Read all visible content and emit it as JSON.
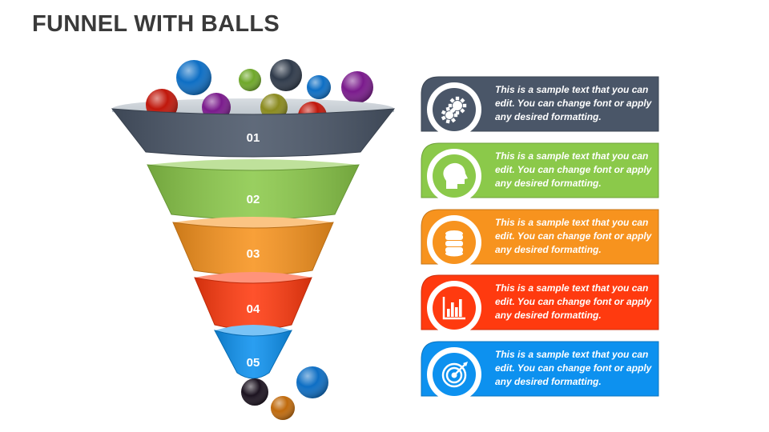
{
  "title": "FUNNEL WITH BALLS",
  "stages": [
    {
      "number": "01",
      "color": "#4a5668",
      "icon": "gears-icon",
      "text": "This is a sample text that you can edit. You can change font or apply any desired formatting."
    },
    {
      "number": "02",
      "color": "#8bc94a",
      "icon": "head-gear-icon",
      "text": "This is a sample text that you can edit. You can change font or apply any desired formatting."
    },
    {
      "number": "03",
      "color": "#f7931e",
      "icon": "database-icon",
      "text": "This is a sample text that you can edit. You can change font or apply any desired formatting."
    },
    {
      "number": "04",
      "color": "#ff3a0f",
      "icon": "bar-chart-icon",
      "text": "This is a sample text that you can edit. You can change font or apply any desired formatting."
    },
    {
      "number": "05",
      "color": "#0d91ef",
      "icon": "target-icon",
      "text": "This is a sample text that you can edit. You can change font or apply any desired formatting."
    }
  ],
  "ball_colors": {
    "blue": "#0d6ec4",
    "green": "#6fa82a",
    "navy": "#2f3a4a",
    "purple": "#7a1a8c",
    "red": "#c0170b",
    "olive": "#8a8a1e",
    "black": "#1c1320",
    "orange": "#c06a0c"
  }
}
